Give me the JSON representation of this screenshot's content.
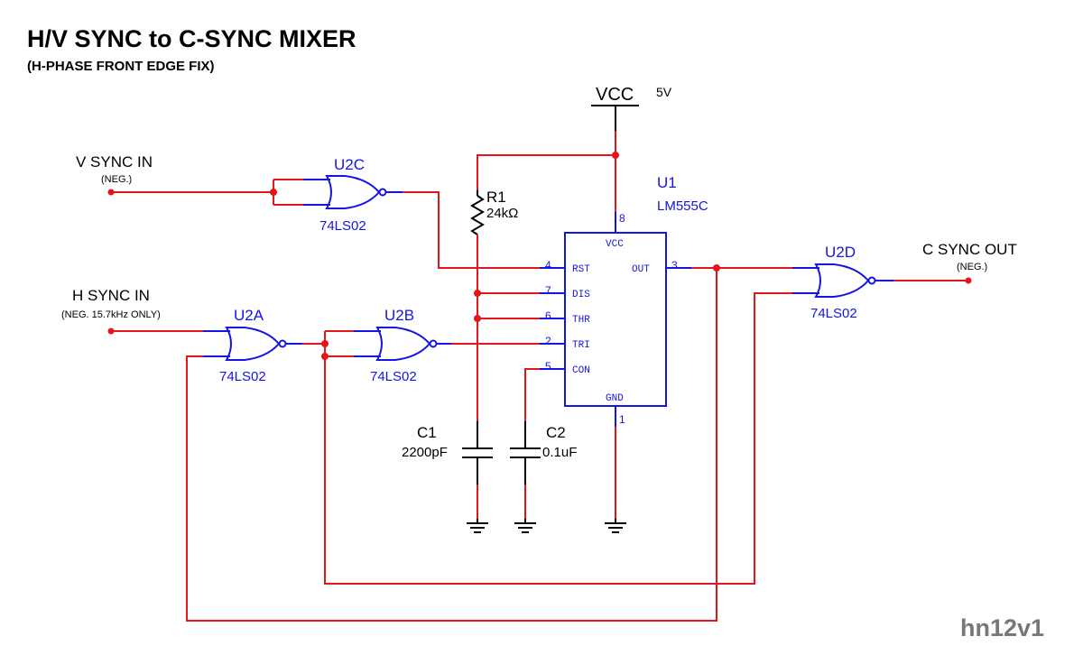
{
  "title": "H/V SYNC to C-SYNC MIXER",
  "subtitle": "(H-PHASE FRONT EDGE FIX)",
  "watermark": "hn12v1",
  "colors": {
    "wire": "#e8141b",
    "component": "#1414e6",
    "text": "#000000",
    "watermark": "#777777"
  },
  "power": {
    "label": "VCC",
    "voltage": "5V"
  },
  "inputs": {
    "vsync": {
      "label": "V SYNC IN",
      "note": "(NEG.)"
    },
    "hsync": {
      "label": "H SYNC IN",
      "note": "(NEG. 15.7kHz ONLY)"
    }
  },
  "output": {
    "label": "C SYNC OUT",
    "note": "(NEG.)"
  },
  "gates": {
    "u2a": {
      "ref": "U2A",
      "part": "74LS02"
    },
    "u2b": {
      "ref": "U2B",
      "part": "74LS02"
    },
    "u2c": {
      "ref": "U2C",
      "part": "74LS02"
    },
    "u2d": {
      "ref": "U2D",
      "part": "74LS02"
    }
  },
  "timer": {
    "ref": "U1",
    "part": "LM555C",
    "pins": {
      "vcc": {
        "num": "8",
        "name": "VCC"
      },
      "rst": {
        "num": "4",
        "name": "RST"
      },
      "dis": {
        "num": "7",
        "name": "DIS"
      },
      "thr": {
        "num": "6",
        "name": "THR"
      },
      "tri": {
        "num": "2",
        "name": "TRI"
      },
      "con": {
        "num": "5",
        "name": "CON"
      },
      "out": {
        "num": "3",
        "name": "OUT"
      },
      "gnd": {
        "num": "1",
        "name": "GND"
      }
    }
  },
  "components": {
    "r1": {
      "ref": "R1",
      "value": "24kΩ"
    },
    "c1": {
      "ref": "C1",
      "value": "2200pF"
    },
    "c2": {
      "ref": "C2",
      "value": "0.1uF"
    }
  }
}
